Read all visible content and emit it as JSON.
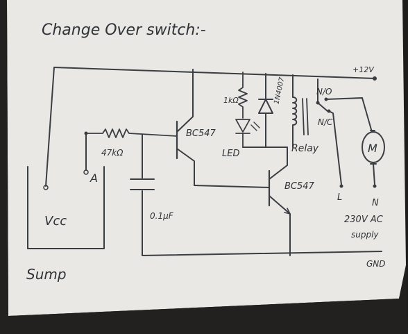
{
  "title": "Change Over switch:-",
  "labels": {
    "supply_plus12v": "+12V",
    "resistor_1k": "1kΩ",
    "diode_in4007": "1N4007",
    "transistor_1": "BC547",
    "transistor_2": "BC547",
    "led": "LED",
    "relay": "Relay",
    "resistor_47k": "47kΩ",
    "node_a": "A",
    "capacitor": "0.1μF",
    "vcc": "Vcc",
    "sump": "Sump",
    "contact_no": "N/O",
    "contact_nc": "N/C",
    "motor": "M",
    "line_l": "L",
    "neutral_n": "N",
    "ac_supply_1": "230V AC",
    "ac_supply_2": "supply",
    "ground": "GND"
  },
  "colors": {
    "paper": "#e9e8e4",
    "ink": "#3a3d42",
    "background": "#1e1d1c"
  }
}
